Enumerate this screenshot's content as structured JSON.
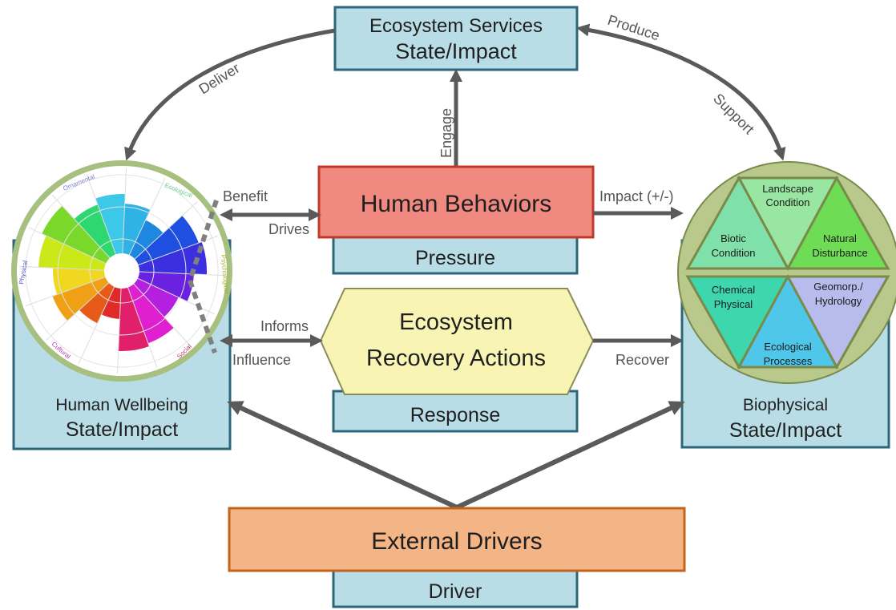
{
  "boxes": {
    "ecosystem_services": {
      "line1": "Ecosystem Services",
      "line2": "State/Impact"
    },
    "human_behaviors": {
      "title": "Human Behaviors",
      "sub": "Pressure"
    },
    "recovery": {
      "line1": "Ecosystem",
      "line2": "Recovery Actions",
      "sub": "Response"
    },
    "wellbeing": {
      "line1": "Human Wellbeing",
      "line2": "State/Impact"
    },
    "biophysical": {
      "line1": "Biophysical",
      "line2": "State/Impact"
    },
    "external": {
      "title": "External Drivers",
      "sub": "Driver"
    }
  },
  "arrows": {
    "deliver": "Deliver",
    "produce": "Produce",
    "support": "Support",
    "engage": "Engage",
    "benefit": "Benefit",
    "drives": "Drives",
    "impact": "Impact (+/-)",
    "informs": "Informs",
    "influence": "Influence",
    "recover": "Recover"
  },
  "wheel_labels": {
    "top_left": "Ornamental",
    "top_right": "Ecological",
    "left": "Physical",
    "right": "Psychological",
    "bottom_left": "Cultural",
    "bottom_right": "Social"
  },
  "triangles": {
    "landscape": {
      "line1": "Landscape",
      "line2": "Condition"
    },
    "biotic": {
      "line1": "Biotic",
      "line2": "Condition"
    },
    "natural": {
      "line1": "Natural",
      "line2": "Disturbance"
    },
    "chemical": {
      "line1": "Chemical",
      "line2": "Physical"
    },
    "geomorph": {
      "line1": "Geomorp./",
      "line2": "Hydrology"
    },
    "ecological": {
      "line1": "Ecological",
      "line2": "Processes"
    }
  },
  "colors": {
    "box_blue": "#b9dde6",
    "box_border": "#2d6679",
    "behaviors_fill": "#f08a80",
    "behaviors_border": "#c0392b",
    "recovery_fill": "#f8f4b4",
    "external_fill": "#f4b586",
    "arrow": "#5a5a5a",
    "biophys_circle": "#b9c98c",
    "triangle_landscape": "#99e6a2",
    "triangle_biotic": "#7fe0a9",
    "triangle_natural": "#6fdc56",
    "triangle_chemical": "#3ed6ad",
    "triangle_geomorph": "#b7bcec",
    "triangle_ecological": "#4fc7ea"
  }
}
